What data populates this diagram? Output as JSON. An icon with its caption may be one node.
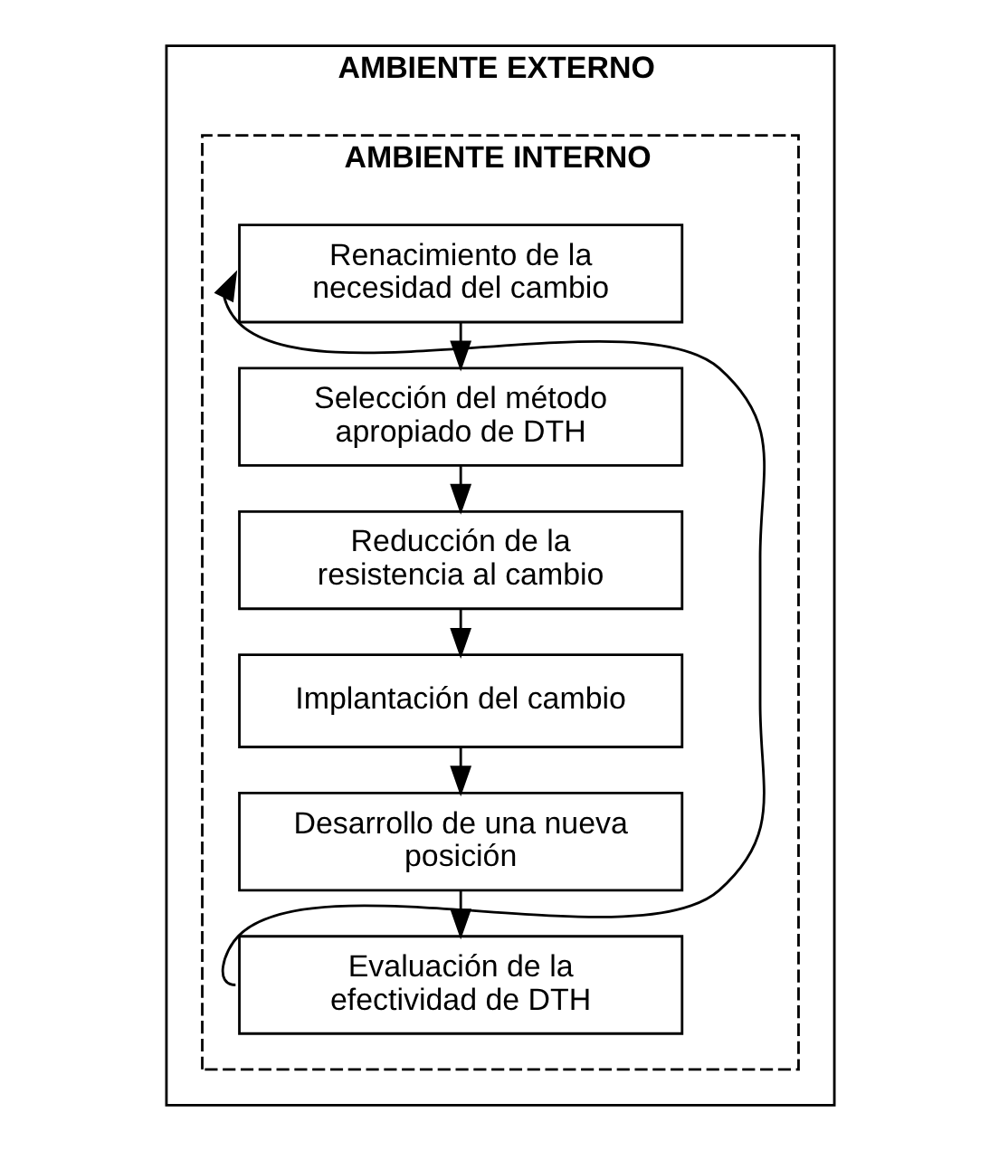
{
  "diagram": {
    "nodes": [
      {
        "text": [
          "AMBIENTE EXTERNO"
        ]
      },
      {
        "text": [
          "AMBIENTE INTERNO"
        ],
        "in": 0
      },
      {
        "text": [
          "Renacimiento de la necesidad del cambio"
        ],
        "in": 1
      },
      {
        "text": [
          "Selección del método apropiado de DTH"
        ],
        "in": 1
      },
      {
        "text": [
          "Reducción de la resistencia al cambio"
        ],
        "in": 1
      },
      {
        "text": [
          "Implantación del cambio"
        ],
        "in": 1
      },
      {
        "text": [
          "Desarrollo de una nueva posición"
        ],
        "in": 1
      },
      {
        "text": [
          "Evaluación de la efectividad de DTH"
        ],
        "in": 1
      }
    ],
    "edges": [
      {
        "from": 2,
        "to": 3,
        "arrow": "to"
      },
      {
        "from": 3,
        "to": 4,
        "arrow": "to"
      },
      {
        "from": 4,
        "to": 5,
        "arrow": "to"
      },
      {
        "from": 5,
        "to": 6,
        "arrow": "to"
      },
      {
        "from": 6,
        "to": 7,
        "arrow": "to"
      },
      {
        "from": 7,
        "to": 2,
        "arrow": "to"
      }
    ]
  }
}
